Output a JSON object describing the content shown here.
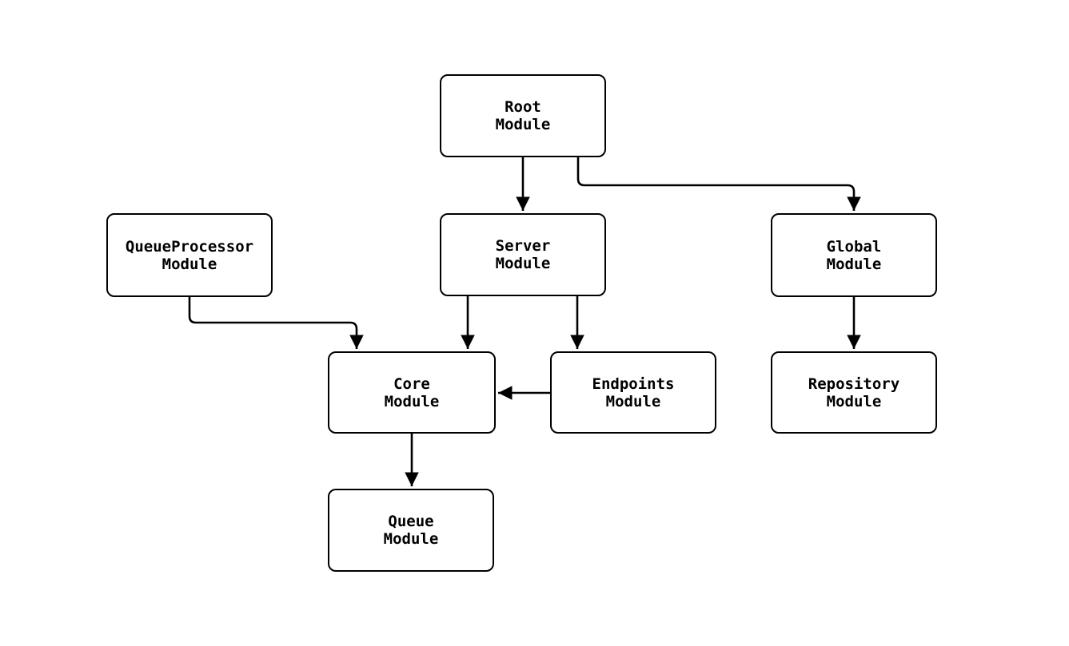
{
  "diagram": {
    "background_color": "#ffffff",
    "node_fill_color": "#ffffff",
    "node_border_color": "#000000",
    "edge_color": "#000000",
    "text_color": "#000000",
    "nodes": [
      {
        "id": "root",
        "line1": "Root",
        "line2": "Module"
      },
      {
        "id": "queueprocessor",
        "line1": "QueueProcessor",
        "line2": "Module"
      },
      {
        "id": "server",
        "line1": "Server",
        "line2": "Module"
      },
      {
        "id": "global",
        "line1": "Global",
        "line2": "Module"
      },
      {
        "id": "core",
        "line1": "Core",
        "line2": "Module"
      },
      {
        "id": "endpoints",
        "line1": "Endpoints",
        "line2": "Module"
      },
      {
        "id": "repository",
        "line1": "Repository",
        "line2": "Module"
      },
      {
        "id": "queue",
        "line1": "Queue",
        "line2": "Module"
      }
    ],
    "edges": [
      {
        "from": "Root Module",
        "to": "Server Module"
      },
      {
        "from": "Root Module",
        "to": "Global Module"
      },
      {
        "from": "QueueProcessor Module",
        "to": "Core Module"
      },
      {
        "from": "Server Module",
        "to": "Core Module"
      },
      {
        "from": "Server Module",
        "to": "Endpoints Module"
      },
      {
        "from": "Endpoints Module",
        "to": "Core Module"
      },
      {
        "from": "Global Module",
        "to": "Repository Module"
      },
      {
        "from": "Core Module",
        "to": "Queue Module"
      }
    ]
  }
}
